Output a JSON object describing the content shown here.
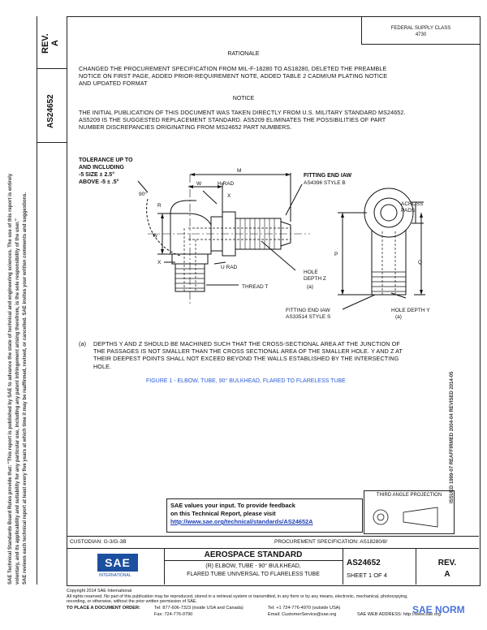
{
  "header": {
    "rev_label": "REV.",
    "rev_value": "A",
    "doc_number": "AS24652",
    "status_box": [
      "FEDERAL SUPPLY CLASS",
      "4730"
    ]
  },
  "rationale": {
    "heading": "RATIONALE",
    "lines": [
      "CHANGED THE PROCUREMENT SPECIFICATION FROM MIL-F-18280 TO AS18280, DELETED THE PREAMBLE",
      "NOTICE ON FIRST PAGE, ADDED PRIOR-REQUIREMENT NOTE, ADDED TABLE 2 CADMIUM PLATING NOTICE",
      "AND UPDATED FORMAT"
    ]
  },
  "notice": {
    "heading": "NOTICE",
    "lines": [
      "THE INITIAL PUBLICATION OF THIS DOCUMENT WAS TAKEN DIRECTLY FROM U.S. MILITARY STANDARD MS24652.",
      "AS5209 IS THE SUGGESTED REPLACEMENT STANDARD. AS5209 ELIMINATES THE POSSIBILITIES OF PART",
      "NUMBER DISCREPANCIES ORIGINATING FROM MS24652 PART NUMBERS."
    ]
  },
  "drawing": {
    "tolerance_note": [
      "TOLERANCE UP TO",
      "AND INCLUDING",
      "-5 SIZE ± 2.5°",
      "ABOVE -5 ± .5°"
    ],
    "angle": "90°",
    "labels": {
      "m": "M",
      "w_top": "W",
      "h_rad": "H RAD",
      "x_top": "X",
      "r": "R",
      "w_left": "W",
      "x_left": "X",
      "u_rad": "U RAD",
      "thread": "THREAD  T",
      "hole_depth_z": [
        "HOLE",
        "DEPTH  Z",
        "(a)"
      ],
      "fitting_end_top": [
        "FITTING END IAW",
        "AS4396 STYLE B"
      ],
      "across_pads": [
        "ACROSS",
        "PADS"
      ],
      "p": "P",
      "q": "Q",
      "fitting_end_bottom": [
        "FITTING END IAW",
        "AS33514 STYLE S"
      ],
      "hole_depth_y": [
        "HOLE DEPTH  Y",
        "(a)"
      ]
    }
  },
  "footnote": {
    "marker": "(a)",
    "lines": [
      "DEPTHS Y AND Z SHOULD BE MACHINED SUCH THAT THE CROSS-SECTIONAL AREA AT THE JUNCTION OF",
      "THE PASSAGES IS NOT SMALLER THAN THE CROSS SECTIONAL AREA OF THE SMALLER HOLE. Y AND Z AT",
      "THEIR DEEPEST POINTS SHALL NOT EXCEED BEYOND THE WALLS ESTABLISHED BY THE INTERSECTING",
      "HOLE."
    ]
  },
  "figure_caption": "FIGURE 1 - ELBOW, TUBE, 90° BULKHEAD, FLARED TO FLARELESS TUBE",
  "feedback": {
    "line1": "SAE values your input. To provide feedback",
    "line2": "on this Technical Report, please visit",
    "url": "http://www.sae.org/technical/standards/AS24652A"
  },
  "projection_label": "THIRD ANGLE PROJECTION",
  "right_margin": "ISSUED 1999-07    REAFFIRMED 2004-04    REVISED 2014-05",
  "left_margin": [
    "SAE Technical Standards Board Rules provide that: \"This report is published by SAE to advance the state of technical and engineering sciences. The use of this report is entirely",
    "voluntary, and its applicability and suitability for any particular use, including any patent infringement arising therefrom, is the sole responsibility of the user.\"",
    "SAE reviews each technical report at least every five years at which time it may be reaffirmed, revised, or cancelled. SAE invites your written comments and suggestions."
  ],
  "title_block": {
    "custodian": "CUSTODIAN: G-3/G-3B",
    "procurement": "PROCUREMENT SPECIFICATION: AS18280/8/",
    "sae_logo": "SAE",
    "sae_sub": "INTERNATIONAL",
    "aerospace": "AEROSPACE STANDARD",
    "title_line1": "(R) ELBOW, TUBE - 90° BULKHEAD,",
    "title_line2": "FLARED TUBE UNIVERSAL TO FLARELESS TUBE",
    "doc": "AS24652",
    "sheet": "SHEET 1 OF 4",
    "rev_label": "REV.",
    "rev_value": "A"
  },
  "copyright": {
    "line1": "Copyright 2014 SAE International",
    "line2": "All rights reserved. No part of this publication may be reproduced, stored in a retrieval system or transmitted, in any form or by any means, electronic, mechanical, photocopying,",
    "line3": "recording, or otherwise, without the prior written permission of SAE.",
    "order_label": "TO PLACE A DOCUMENT ORDER:",
    "tel1": "Tel: 877-606-7323 (inside USA and Canada)",
    "tel2": "Tel: +1 724-776-4970 (outside USA)",
    "fax": "Fax: 724-776-0790",
    "email": "Email: CustomerService@sae.org",
    "web": "SAE WEB ADDRESS: http://www.sae.org"
  },
  "watermark": "SAE NORM"
}
